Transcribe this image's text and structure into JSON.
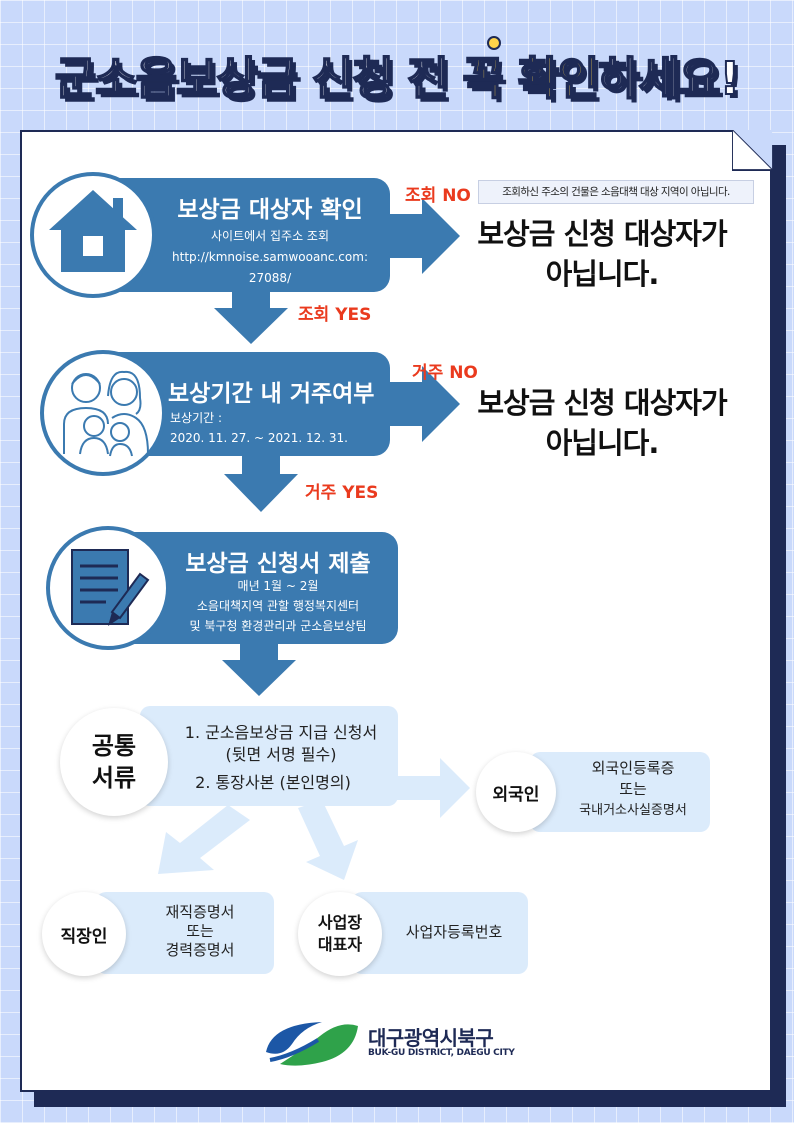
{
  "title": {
    "part1": "군소음보상금 신청 전 ",
    "hl": "꼭 확인",
    "part2": "하세요!"
  },
  "step1": {
    "title": "보상금 대상자 확인",
    "sub1": "사이트에서 집주소 조회",
    "sub2": "http://kmnoise.samwooanc.com:",
    "sub3": "27088/",
    "no_label": "조회 NO",
    "no_notice": "조회하신 주소의 건물은 소음대책 대상 지역이 아닙니다.",
    "result_line1": "보상금 신청 대상자가",
    "result_line2": "아닙니다.",
    "yes_label": "조회 YES"
  },
  "step2": {
    "title": "보상기간 내 거주여부",
    "sub1": "보상기간 :",
    "sub2": "2020. 11. 27. ~ 2021. 12. 31.",
    "no_label": "거주 NO",
    "result_line1": "보상금 신청 대상자가",
    "result_line2": "아닙니다.",
    "yes_label": "거주 YES"
  },
  "step3": {
    "title": "보상금 신청서 제출",
    "sub1": "매년 1월 ~ 2월",
    "sub2": "소음대책지역 관할 행정복지센터",
    "sub3": "및 북구청 환경관리과 군소음보상팀"
  },
  "common": {
    "label_line1": "공통",
    "label_line2": "서류",
    "item1_line1": "1. 군소음보상금 지급 신청서",
    "item1_line2": "(뒷면 서명 필수)",
    "item2": "2. 통장사본 (본인명의)"
  },
  "foreigner": {
    "label": "외국인",
    "line1": "외국인등록증",
    "line2": "또는",
    "line3": "국내거소사실증명서"
  },
  "employee": {
    "label": "직장인",
    "line1": "재직증명서",
    "line2": "또는",
    "line3": "경력증명서"
  },
  "business": {
    "label_line1": "사업장",
    "label_line2": "대표자",
    "text": "사업자등록번호"
  },
  "logo": {
    "name": "대구광역시북구",
    "sub": "BUK-GU DISTRICT, DAEGU CITY"
  },
  "colors": {
    "step_blue": "#3b7ab0",
    "light_blue": "#dbebfb",
    "red": "#ea3a1e",
    "navy": "#1e2a55",
    "yellow": "#ffd44a"
  }
}
